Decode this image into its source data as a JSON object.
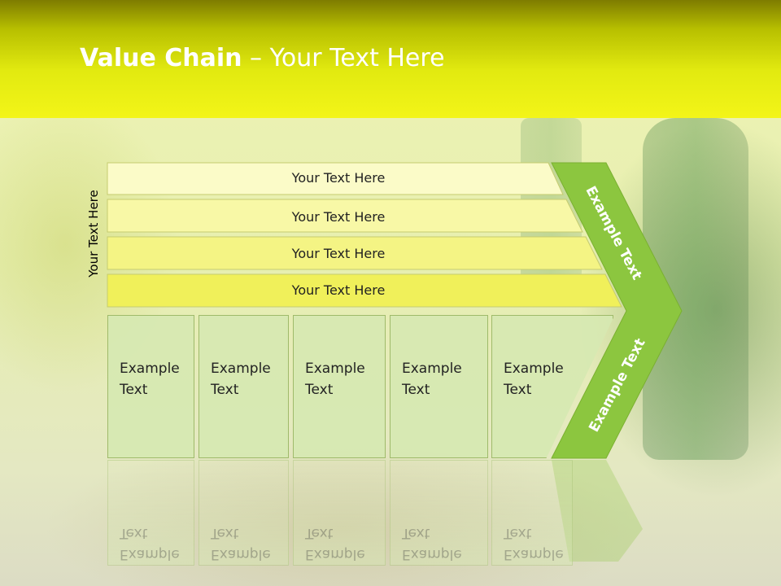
{
  "slide": {
    "title_bold": "Value Chain",
    "title_rest": " – Your Text Here",
    "vertical_label": "Your Text Here"
  },
  "bars": [
    {
      "label": "Your Text Here",
      "color": "#fbfbc8"
    },
    {
      "label": "Your Text Here",
      "color": "#f8f8a6"
    },
    {
      "label": "Your Text Here",
      "color": "#f4f484"
    },
    {
      "label": "Your Text Here",
      "color": "#f0f05a"
    }
  ],
  "boxes": [
    {
      "label": "Example\nText"
    },
    {
      "label": "Example\nText"
    },
    {
      "label": "Example\nText"
    },
    {
      "label": "Example\nText"
    },
    {
      "label": "Example\nText"
    }
  ],
  "chevron": {
    "top_label": "Example Text",
    "bottom_label": "Example Text",
    "color": "#8cc63f"
  }
}
